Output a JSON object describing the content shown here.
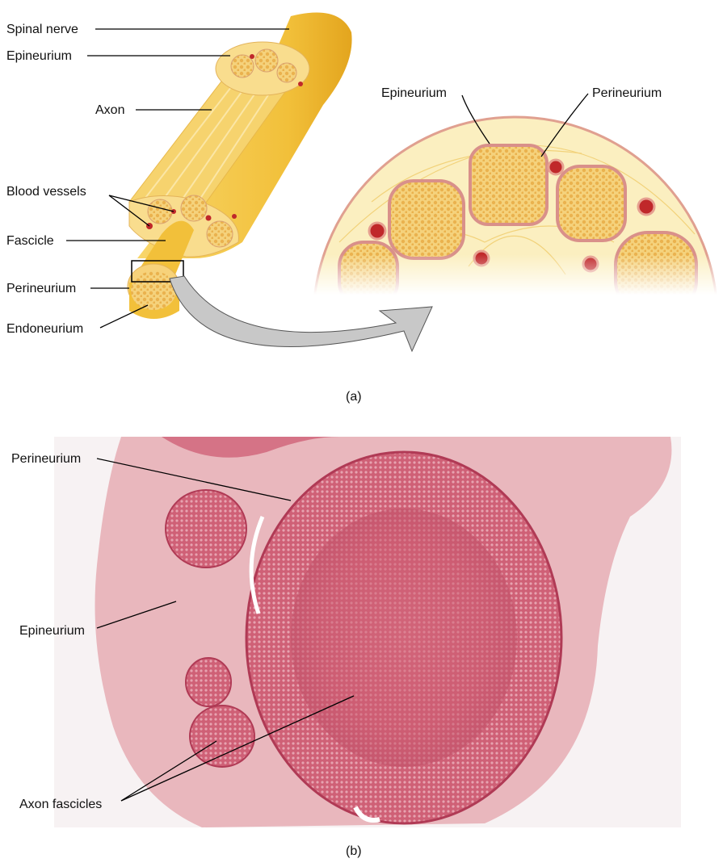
{
  "panel_a": {
    "labels": {
      "spinal_nerve": "Spinal nerve",
      "epineurium": "Epineurium",
      "axon": "Axon",
      "blood_vessels": "Blood vessels",
      "fascicle": "Fascicle",
      "perineurium": "Perineurium",
      "endoneurium": "Endoneurium",
      "zoom_epineurium": "Epineurium",
      "zoom_perineurium": "Perineurium"
    },
    "caption": "(a)"
  },
  "panel_b": {
    "labels": {
      "perineurium": "Perineurium",
      "epineurium": "Epineurium",
      "axon_fascicles": "Axon fascicles"
    },
    "caption": "(b)"
  },
  "colors": {
    "nerve_yellow": "#f5c542",
    "fascicle_fill": "#f7d27a",
    "perineurium_pink": "#e0a090",
    "vessel_red": "#c0282a",
    "tissue_pink": "#e8a9b0",
    "stain_dark": "#c8546a"
  }
}
